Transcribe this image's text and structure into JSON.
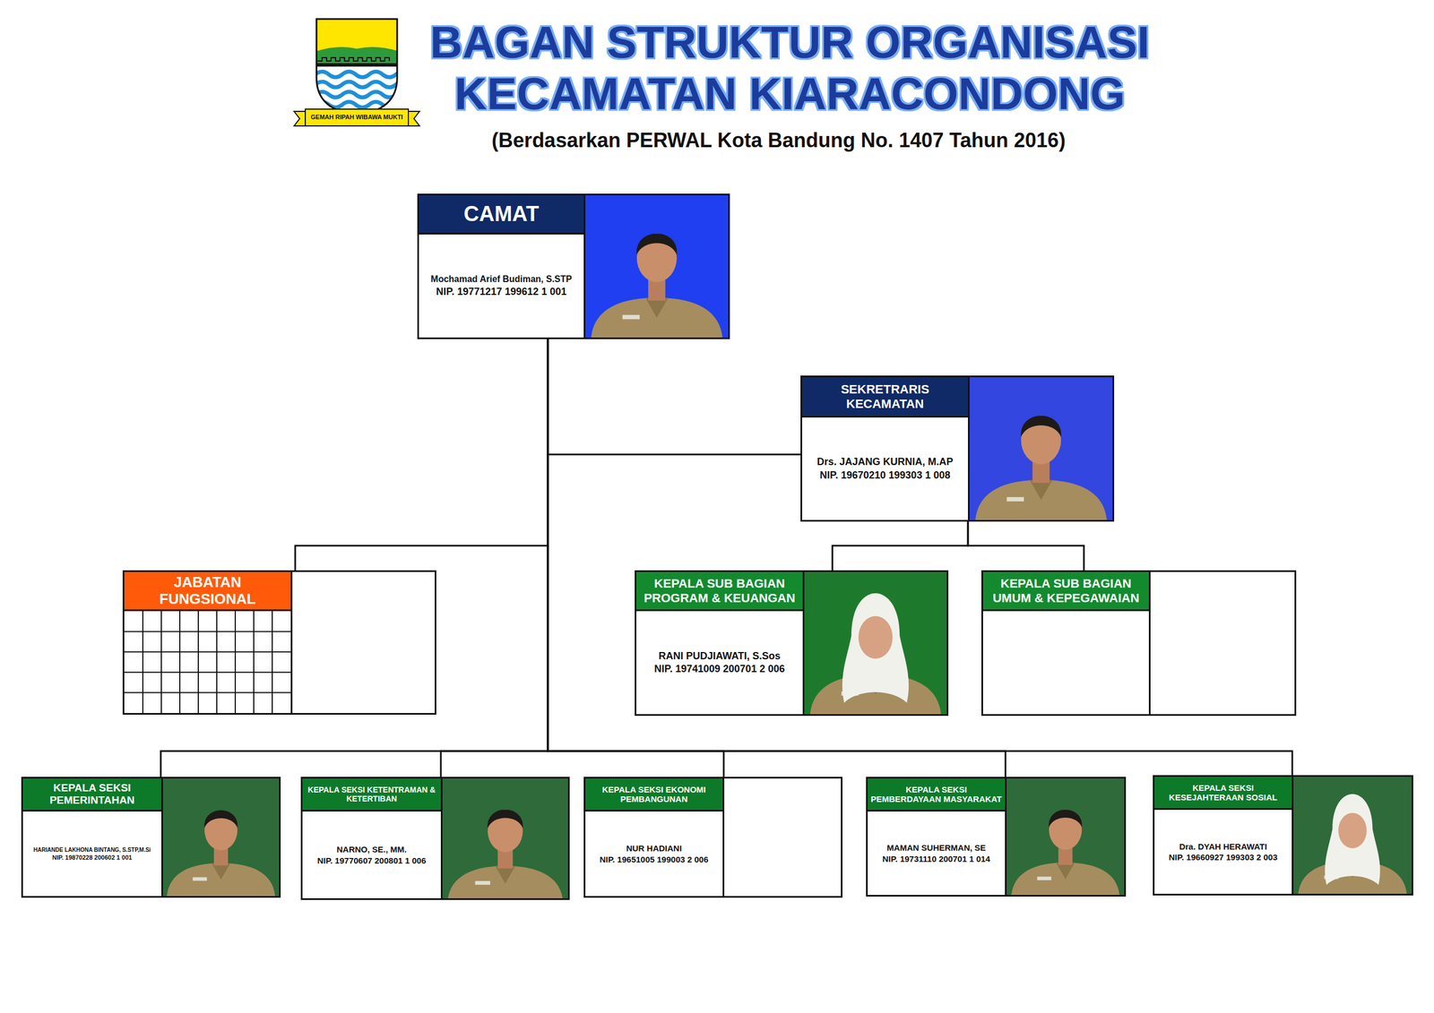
{
  "diagram": {
    "title": "BAGAN STRUKTUR ORGANISASI KECAMATAN KIARACONDONG",
    "nodes": [
      {
        "text": [
          "CAMAT",
          "Mochamad Arief Budiman, S.STP",
          "NIP. 19771217 199612 1 001"
        ]
      },
      {
        "text": [
          "SEKRETRARIS KECAMATAN",
          "Drs. JAJANG KURNIA, M.AP",
          "NIP. 19670210 199303 1 008"
        ]
      },
      {
        "text": [
          "JABATAN FUNGSIONAL"
        ]
      },
      {
        "text": [
          "KEPALA SUB BAGIAN PROGRAM & KEUANGAN",
          "RANI PUDJIAWATI, S.Sos",
          "NIP. 19741009 200701 2 006"
        ]
      },
      {
        "text": [
          "KEPALA SUB BAGIAN UMUM & KEPEGAWAIAN"
        ]
      },
      {
        "text": [
          "KEPALA SEKSI PEMERINTAHAN",
          "HARIANDE LAKHONA BINTANG, S.STP,M.Si",
          "NIP. 19870228 200602 1 001"
        ]
      },
      {
        "text": [
          "KEPALA SEKSI KETENTRAMAN & KETERTIBAN",
          "NARNO, SE., MM.",
          "NIP. 19770607 200801 1 006"
        ]
      },
      {
        "text": [
          "KEPALA SEKSI EKONOMI PEMBANGUNAN",
          "NUR HADIANI",
          "NIP. 19651005 199003 2 006"
        ]
      },
      {
        "text": [
          "KEPALA SEKSI PEMBERDAYAAN MASYARAKAT",
          "MAMAN SUHERMAN, SE",
          "NIP. 19731110 200701 1 014"
        ]
      },
      {
        "text": [
          "KEPALA SEKSI KESEJAHTERAAN SOSIAL",
          "Dra. DYAH HERAWATI",
          "NIP. 19660927 199303 2 003"
        ]
      }
    ],
    "edges": [
      {
        "from": 0,
        "to": 1,
        "arrow": "none"
      },
      {
        "from": 0,
        "to": 2,
        "arrow": "none"
      },
      {
        "from": 1,
        "to": 3,
        "arrow": "none"
      },
      {
        "from": 1,
        "to": 4,
        "arrow": "none"
      },
      {
        "from": 0,
        "to": 5,
        "arrow": "none"
      },
      {
        "from": 0,
        "to": 6,
        "arrow": "none"
      },
      {
        "from": 0,
        "to": 7,
        "arrow": "none"
      },
      {
        "from": 0,
        "to": 8,
        "arrow": "none"
      },
      {
        "from": 0,
        "to": 9,
        "arrow": "none"
      }
    ],
    "labels": [
      "(Berdasarkan PERWAL Kota Bandung No. 1407 Tahun 2016)",
      "GEMAH RIPAH WIBAWA MUKTI"
    ]
  }
}
